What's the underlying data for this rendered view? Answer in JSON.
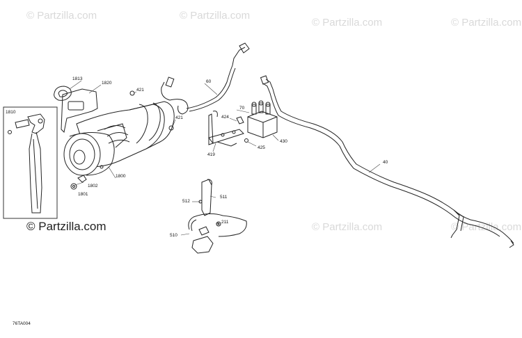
{
  "watermarks": {
    "top_left": "© Partzilla.com",
    "top_center": "© Partzilla.com",
    "top_right": "© Partzilla.com",
    "bottom_left": "© Partzilla.com",
    "bottom_center": "© Partzilla.com",
    "bottom_right": "© Partzilla.com",
    "bold_left": "© Partzilla.com"
  },
  "callouts": {
    "c1810": "1810",
    "c1813": "1813",
    "c1820": "1820",
    "c421a": "421",
    "c421b": "421",
    "c1800": "1800",
    "c1802": "1802",
    "c1801": "1801",
    "c60": "60",
    "c70": "70",
    "c424": "424",
    "c430": "430",
    "c425": "425",
    "c419": "419",
    "c40": "40",
    "c512": "512",
    "c511": "511",
    "c211": "211",
    "c510": "510"
  },
  "diagram_code": "76TA004",
  "colors": {
    "line": "#222222",
    "watermark": "#d9d9d9"
  }
}
